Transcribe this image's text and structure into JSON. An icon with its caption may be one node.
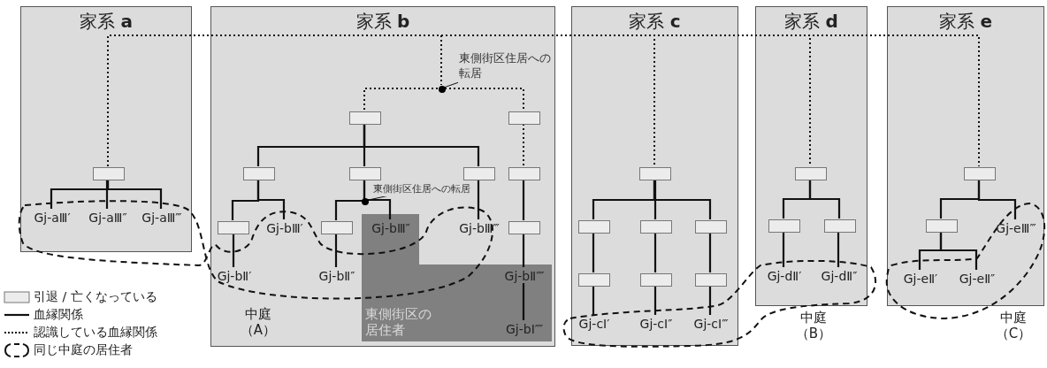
{
  "diagram": {
    "nodes": [
      {
        "text": [
          "家系 **a**"
        ]
      },
      {
        "text": [],
        "shape": "box",
        "in": 0
      },
      {
        "text": [
          "Gj-aⅢ′"
        ],
        "in": 0
      },
      {
        "text": [
          "Gj-aⅢ″"
        ],
        "in": 0
      },
      {
        "text": [
          "Gj-aⅢ‴"
        ],
        "in": 0
      },
      {
        "text": [
          "家系 **b**"
        ]
      },
      {
        "text": [],
        "shape": "circle",
        "in": 5
      },
      {
        "text": [
          "東側街区住居への転居"
        ],
        "in": 5
      },
      {
        "text": [],
        "shape": "box",
        "in": 5
      },
      {
        "text": [],
        "shape": "box",
        "in": 5
      },
      {
        "text": [],
        "shape": "box",
        "in": 5
      },
      {
        "text": [],
        "shape": "box",
        "in": 5
      },
      {
        "text": [],
        "shape": "box",
        "in": 5
      },
      {
        "text": [],
        "shape": "box",
        "in": 5
      },
      {
        "text": [],
        "shape": "box",
        "in": 5
      },
      {
        "text": [
          "Gj-bⅢ′"
        ],
        "in": 5
      },
      {
        "text": [],
        "shape": "box",
        "in": 5
      },
      {
        "text": [
          "Gj-bⅢ″"
        ],
        "in": 26
      },
      {
        "text": [
          "Gj-bⅢ‴"
        ],
        "in": 5
      },
      {
        "text": [],
        "shape": "box",
        "in": 5
      },
      {
        "text": [
          "Gj-bⅡ′"
        ],
        "in": 5
      },
      {
        "text": [
          "Gj-bⅡ″"
        ],
        "in": 5
      },
      {
        "text": [
          "Gj-bⅡ⁗"
        ],
        "in": 26
      },
      {
        "text": [
          "Gj-bⅠ⁗"
        ],
        "in": 26
      },
      {
        "text": [],
        "shape": "circle",
        "in": 5
      },
      {
        "text": [
          "東側街区住居への転居"
        ],
        "in": 5
      },
      {
        "text": [
          "東側街区の居住者"
        ],
        "in": 5
      },
      {
        "text": [
          "家系 **c**"
        ]
      },
      {
        "text": [],
        "shape": "box",
        "in": 27
      },
      {
        "text": [],
        "shape": "box",
        "in": 27
      },
      {
        "text": [],
        "shape": "box",
        "in": 27
      },
      {
        "text": [],
        "shape": "box",
        "in": 27
      },
      {
        "text": [],
        "shape": "box",
        "in": 27
      },
      {
        "text": [],
        "shape": "box",
        "in": 27
      },
      {
        "text": [],
        "shape": "box",
        "in": 27
      },
      {
        "text": [
          "Gj-cⅠ′"
        ],
        "in": 27
      },
      {
        "text": [
          "Gj-cⅠ″"
        ],
        "in": 27
      },
      {
        "text": [
          "Gj-cⅠ‴"
        ],
        "in": 27
      },
      {
        "text": [
          "家系 **d**"
        ]
      },
      {
        "text": [],
        "shape": "box",
        "in": 38
      },
      {
        "text": [],
        "shape": "box",
        "in": 38
      },
      {
        "text": [],
        "shape": "box",
        "in": 38
      },
      {
        "text": [
          "Gj-dⅡ′"
        ],
        "in": 38
      },
      {
        "text": [
          "Gj-dⅡ″"
        ],
        "in": 38
      },
      {
        "text": [
          "家系 **e**"
        ]
      },
      {
        "text": [],
        "shape": "box",
        "in": 44
      },
      {
        "text": [],
        "shape": "box",
        "in": 44
      },
      {
        "text": [
          "Gj-eⅢ‴"
        ],
        "in": 44
      },
      {
        "text": [
          "Gj-eⅡ′"
        ],
        "in": 44
      },
      {
        "text": [
          "Gj-eⅡ″"
        ],
        "in": 44
      }
    ],
    "edges": [
      {
        "from": 1,
        "to": 6,
        "arrow": "none",
        "style": "dashed"
      },
      {
        "from": 1,
        "to": 28,
        "arrow": "none",
        "style": "dashed"
      },
      {
        "from": 1,
        "to": 39,
        "arrow": "none",
        "style": "dashed"
      },
      {
        "from": 1,
        "to": 45,
        "arrow": "none",
        "style": "dashed"
      },
      {
        "from": 1,
        "to": 2,
        "arrow": "none"
      },
      {
        "from": 1,
        "to": 3,
        "arrow": "none"
      },
      {
        "from": 1,
        "to": 4,
        "arrow": "none"
      },
      {
        "from": 7,
        "to": 6,
        "arrow": "none"
      },
      {
        "from": 6,
        "to": 8,
        "arrow": "none",
        "style": "dashed"
      },
      {
        "from": 6,
        "to": 9,
        "arrow": "none",
        "style": "dashed"
      },
      {
        "from": 8,
        "to": 10,
        "arrow": "none"
      },
      {
        "from": 8,
        "to": 11,
        "arrow": "none"
      },
      {
        "from": 8,
        "to": 12,
        "arrow": "none"
      },
      {
        "from": 9,
        "to": 13,
        "arrow": "none",
        "style": "dashed"
      },
      {
        "from": 10,
        "to": 14,
        "arrow": "none"
      },
      {
        "from": 10,
        "to": 15,
        "arrow": "none"
      },
      {
        "from": 11,
        "to": 16,
        "arrow": "none"
      },
      {
        "from": 11,
        "to": 17,
        "arrow": "none"
      },
      {
        "from": 25,
        "to": 24,
        "arrow": "none"
      },
      {
        "from": 12,
        "to": 18,
        "arrow": "none"
      },
      {
        "from": 13,
        "to": 19,
        "arrow": "none"
      },
      {
        "from": 14,
        "to": 20,
        "arrow": "none"
      },
      {
        "from": 16,
        "to": 21,
        "arrow": "none"
      },
      {
        "from": 19,
        "to": 22,
        "arrow": "none"
      },
      {
        "from": 22,
        "to": 23,
        "arrow": "none"
      },
      {
        "from": 28,
        "to": 29,
        "arrow": "none"
      },
      {
        "from": 28,
        "to": 30,
        "arrow": "none"
      },
      {
        "from": 28,
        "to": 31,
        "arrow": "none"
      },
      {
        "from": 29,
        "to": 32,
        "arrow": "none"
      },
      {
        "from": 30,
        "to": 33,
        "arrow": "none"
      },
      {
        "from": 31,
        "to": 34,
        "arrow": "none"
      },
      {
        "from": 32,
        "to": 35,
        "arrow": "none"
      },
      {
        "from": 33,
        "to": 36,
        "arrow": "none"
      },
      {
        "from": 34,
        "to": 37,
        "arrow": "none"
      },
      {
        "from": 39,
        "to": 40,
        "arrow": "none"
      },
      {
        "from": 39,
        "to": 41,
        "arrow": "none"
      },
      {
        "from": 40,
        "to": 42,
        "arrow": "none"
      },
      {
        "from": 41,
        "to": 43,
        "arrow": "none"
      },
      {
        "from": 45,
        "to": 46,
        "arrow": "none"
      },
      {
        "from": 45,
        "to": 47,
        "arrow": "none"
      },
      {
        "from": 46,
        "to": 48,
        "arrow": "none"
      },
      {
        "from": 46,
        "to": 49,
        "arrow": "none"
      }
    ],
    "labels": [
      "中庭（A）",
      "中庭（B）",
      "中庭（C）"
    ],
    "legend": [
      {
        "text": "引退 / 亡くなっている"
      },
      {
        "text": "血縁関係"
      },
      {
        "text": "認識している血縁関係"
      },
      {
        "text": "同じ中庭の居住者"
      }
    ]
  }
}
